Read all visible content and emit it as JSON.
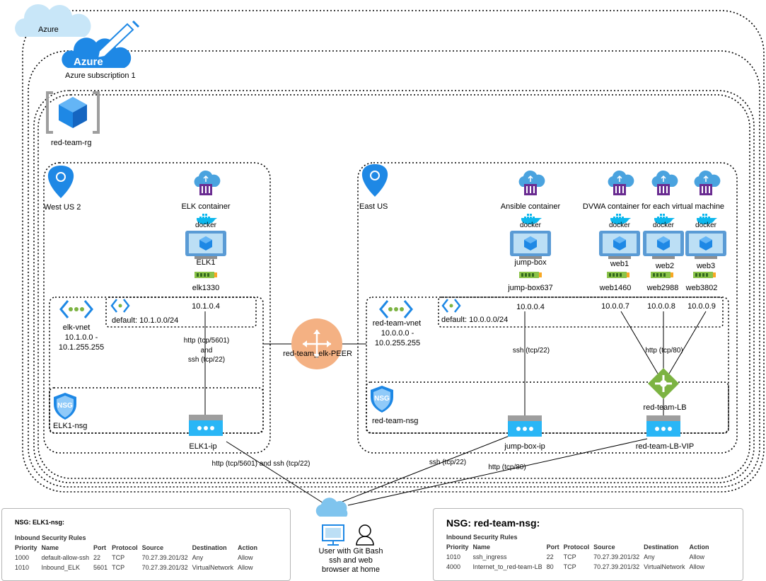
{
  "colors": {
    "azure_blue": "#1e88e5",
    "cloud_light": "#c8e6f8",
    "link_green": "#7cb342",
    "peer_orange": "#f4b183",
    "nic_green": "#8bc34a",
    "container_purple": "#6a2c91",
    "docker_blue": "#0db7ed"
  },
  "labels": {
    "azure": "Azure",
    "subscription_logo": "Azure",
    "subscription": "Azure subscription 1",
    "resource_group": "red-team-rg",
    "west_region": "West US 2",
    "east_region": "East US",
    "elk_container": "ELK container",
    "ansible_container": "Ansible container",
    "dvwa_container": "DVWA container for each virtual machine",
    "docker": "docker",
    "elk_vm": "ELK1",
    "elk_nic": "elk1330",
    "elk_ip": "10.1.0.4",
    "jump_vm": "jump-box",
    "jump_nic": "jump-box637",
    "jump_ip": "10.0.0.4",
    "web1_vm": "web1",
    "web1_nic": "web1460",
    "web1_ip": "10.0.0.7",
    "web2_vm": "web2",
    "web2_nic": "web2988",
    "web2_ip": "10.0.0.8",
    "web3_vm": "web3",
    "web3_nic": "web3802",
    "web3_ip": "10.0.0.9",
    "elk_vnet_name": "elk-vnet",
    "elk_vnet_range1": "10.1.0.0 -",
    "elk_vnet_range2": "10.1.255.255",
    "elk_subnet": "default: 10.1.0.0/24",
    "red_vnet_name": "red-team-vnet",
    "red_vnet_range1": "10.0.0.0 -",
    "red_vnet_range2": "10.0.255.255",
    "red_subnet": "default: 10.0.0.0/24",
    "peer": "red-team_elk-PEER",
    "nsg_icon": "NSG",
    "elk_nsg": "ELK1-nsg",
    "red_nsg": "red-team-nsg",
    "elk_ip_res": "ELK1-ip",
    "jump_ip_res": "jump-box-ip",
    "lb": "red-team-LB",
    "lb_vip": "red-team-LB-VIP",
    "elk_conn1": "http (tcp/5601)",
    "elk_conn2": "and",
    "elk_conn3": "ssh (tcp/22)",
    "jump_conn": "ssh (tcp/22)",
    "web_conn": "http (tcp/80)",
    "home_elk_conn": "http (tcp/5601) and ssh (tcp/22)",
    "home_jump_conn": "ssh (tcp/22)",
    "home_web_conn": "http (tcp/80)",
    "user1": "User with Git Bash",
    "user2": "ssh and web",
    "user3": "browser at home"
  },
  "nsg_tables": {
    "elk": {
      "title": "NSG: ELK1-nsg:",
      "subtitle": "Inbound Security Rules",
      "headers": [
        "Priority",
        "Name",
        "Port",
        "Protocol",
        "Source",
        "Destination",
        "Action"
      ],
      "rows": [
        [
          "1000",
          "default-allow-ssh",
          "22",
          "TCP",
          "70.27.39.201/32",
          "Any",
          "Allow"
        ],
        [
          "1010",
          "Inbound_ELK",
          "5601",
          "TCP",
          "70.27.39.201/32",
          "VirtualNetwork",
          "Allow"
        ]
      ]
    },
    "red": {
      "title": "NSG: red-team-nsg:",
      "subtitle": "Inbound Security Rules",
      "headers": [
        "Priority",
        "Name",
        "Port",
        "Protocol",
        "Source",
        "Destination",
        "Action"
      ],
      "rows": [
        [
          "1010",
          "ssh_ingress",
          "22",
          "TCP",
          "70.27.39.201/32",
          "Any",
          "Allow"
        ],
        [
          "4000",
          "Internet_to_red-team-LB",
          "80",
          "TCP",
          "70.27.39.201/32",
          "VirtualNetwork",
          "Allow"
        ]
      ]
    }
  }
}
